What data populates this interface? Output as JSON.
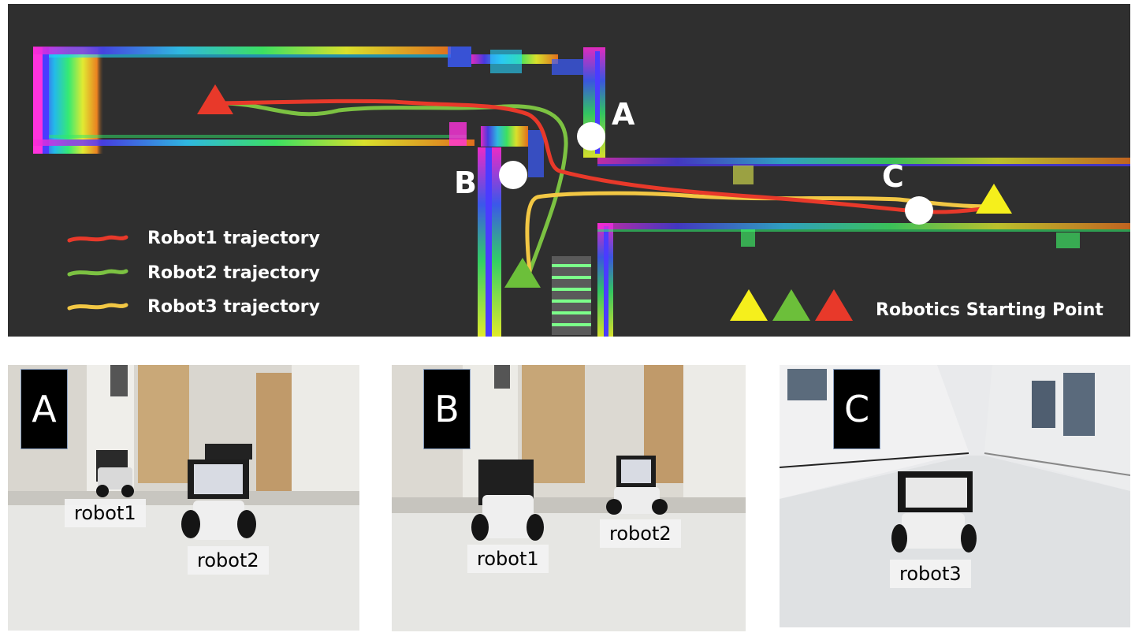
{
  "map": {
    "points": {
      "a": "A",
      "b": "B",
      "c": "C"
    },
    "legend": [
      {
        "label": "Robot1 trajectory",
        "color": "#e8392a"
      },
      {
        "label": "Robot2 trajectory",
        "color": "#7cc242"
      },
      {
        "label": "Robot3 trajectory",
        "color": "#f2c744"
      }
    ],
    "starting_point_label": "Robotics Starting Point",
    "starting_colors": [
      "#f5ef1c",
      "#6cbf3a",
      "#e8392a"
    ]
  },
  "photos": [
    {
      "tag": "A",
      "labels": [
        "robot1",
        "robot2"
      ]
    },
    {
      "tag": "B",
      "labels": [
        "robot1",
        "robot2"
      ]
    },
    {
      "tag": "C",
      "labels": [
        "robot3"
      ]
    }
  ]
}
